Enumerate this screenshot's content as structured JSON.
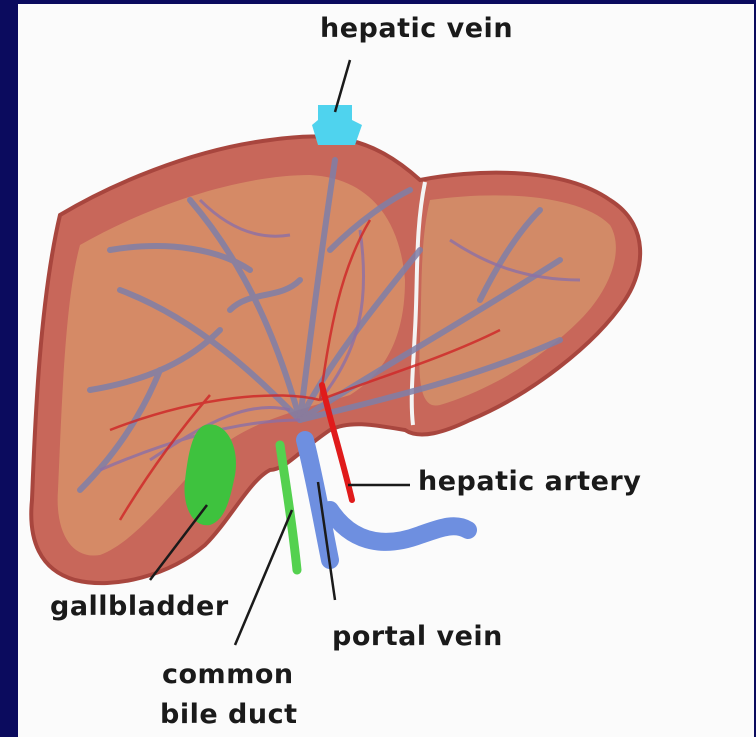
{
  "labels": {
    "hepatic_vein": "hepatic vein",
    "hepatic_artery": "hepatic artery",
    "gallbladder": "gallbladder",
    "portal_vein": "portal vein",
    "common_bile_duct_line1": "common",
    "common_bile_duct_line2": "bile duct"
  },
  "colors": {
    "frame": "#0b0b5e",
    "background": "#fbfbfb",
    "liver": "#c8675a",
    "liver_inner": "#d9966b",
    "liver_outline": "#a8463e",
    "vessels": "#7f7fa8",
    "hepatic_vein": "#4fd3ee",
    "hepatic_artery": "#e01b1b",
    "portal_vein": "#6e8fe0",
    "gallbladder": "#3ec23e",
    "bile_duct": "#54d14f",
    "leader_line": "#1a1a1a"
  }
}
